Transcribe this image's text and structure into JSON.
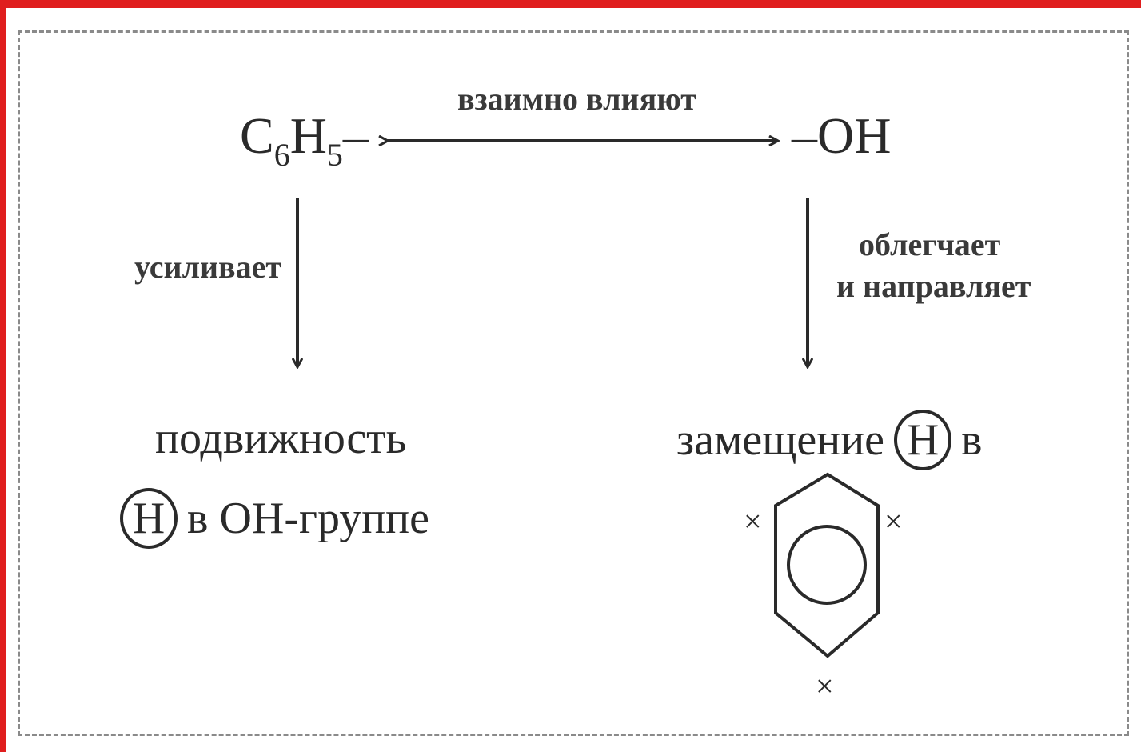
{
  "top": {
    "left_formula": {
      "base1": "C",
      "sub1": "6",
      "base2": "H",
      "sub2": "5",
      "bond": "–"
    },
    "right_formula": "–OH",
    "relation_label": "взаимно влияют"
  },
  "left_branch": {
    "arrow_label": "усиливает",
    "result_line1": "подвижность",
    "result_atom": "H",
    "result_line2": "в ОН-группе"
  },
  "right_branch": {
    "arrow_label_line1": "облегчает",
    "arrow_label_line2": "и направляет",
    "result_text": "замещение",
    "result_atom": "H",
    "result_tail": "в",
    "ring_marks": [
      "×",
      "×",
      "×"
    ]
  },
  "colors": {
    "frame_border": "#e01e1e",
    "box_border": "#8a8a8a",
    "ink": "#2a2a2a"
  }
}
